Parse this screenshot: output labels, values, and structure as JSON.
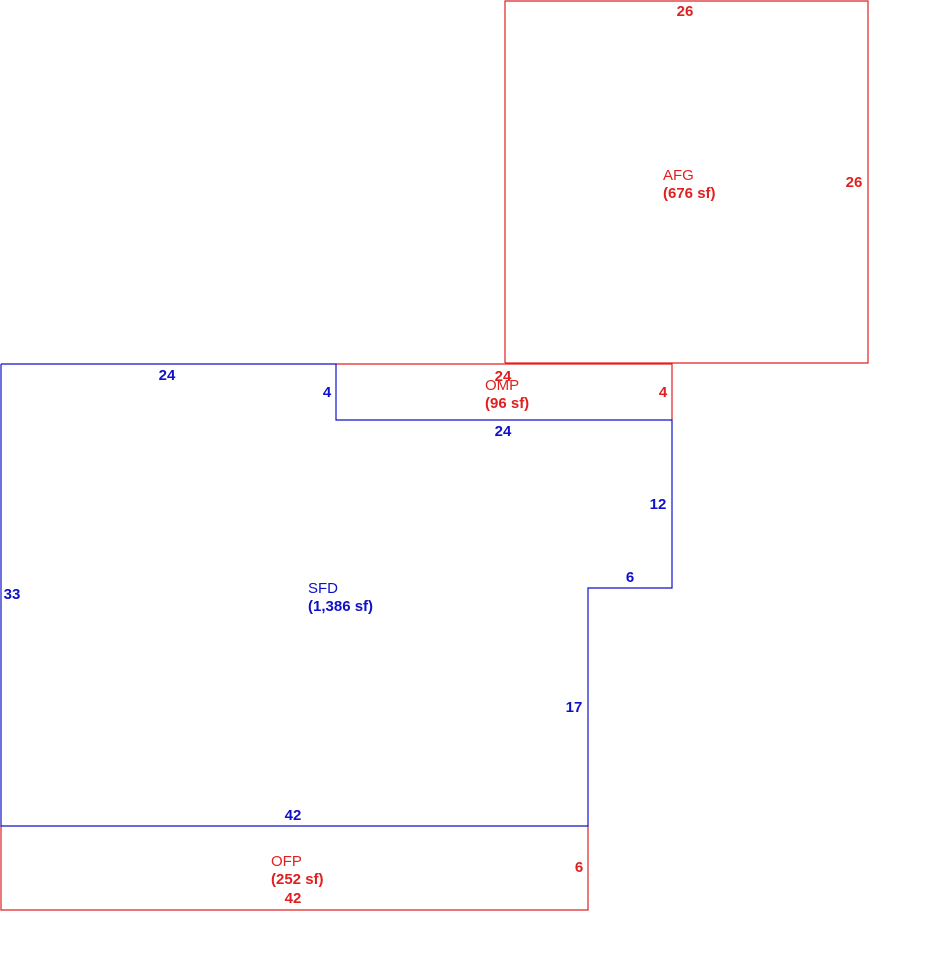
{
  "colors": {
    "red": "#e02020",
    "blue": "#1010c8"
  },
  "areas": {
    "afg": {
      "name": "AFG",
      "area": "(676 sf)",
      "color": "red",
      "dims": {
        "top": "26",
        "right": "26"
      }
    },
    "omp": {
      "name": "OMP",
      "area": "(96 sf)",
      "color": "red",
      "dims": {
        "top": "24",
        "right": "4"
      }
    },
    "sfd": {
      "name": "SFD",
      "area": "(1,386 sf)",
      "color": "blue",
      "dims": {
        "top": "24",
        "notch_left": "4",
        "notch_bottom": "24",
        "right_upper": "12",
        "step": "6",
        "right_lower": "17",
        "bottom": "42",
        "left": "33"
      }
    },
    "ofp": {
      "name": "OFP",
      "area": "(252 sf)",
      "color": "red",
      "dims": {
        "bottom": "42",
        "right": "6"
      }
    }
  }
}
